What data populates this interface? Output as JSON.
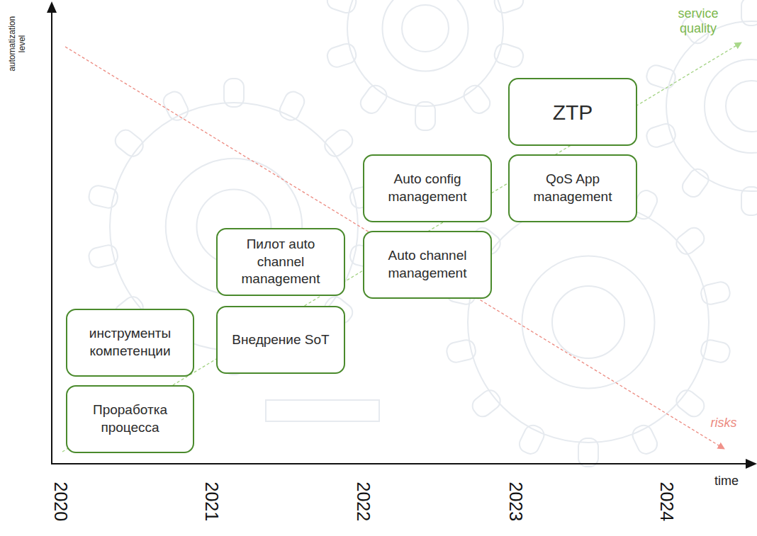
{
  "diagram": {
    "nodes": [
      {
        "text": [
          "Проработка процесса"
        ]
      },
      {
        "text": [
          "инструменты компетенции"
        ]
      },
      {
        "text": [
          "Внедрение SoT"
        ]
      },
      {
        "text": [
          "Пилот auto channel management"
        ]
      },
      {
        "text": [
          "Auto channel management"
        ]
      },
      {
        "text": [
          "Auto config management"
        ]
      },
      {
        "text": [
          "QoS App management"
        ]
      },
      {
        "text": [
          "ZTP"
        ]
      }
    ],
    "labels": [
      "automatization level",
      "service quality",
      "risks",
      "time",
      "2020",
      "2021",
      "2022",
      "2023",
      "2024"
    ]
  }
}
